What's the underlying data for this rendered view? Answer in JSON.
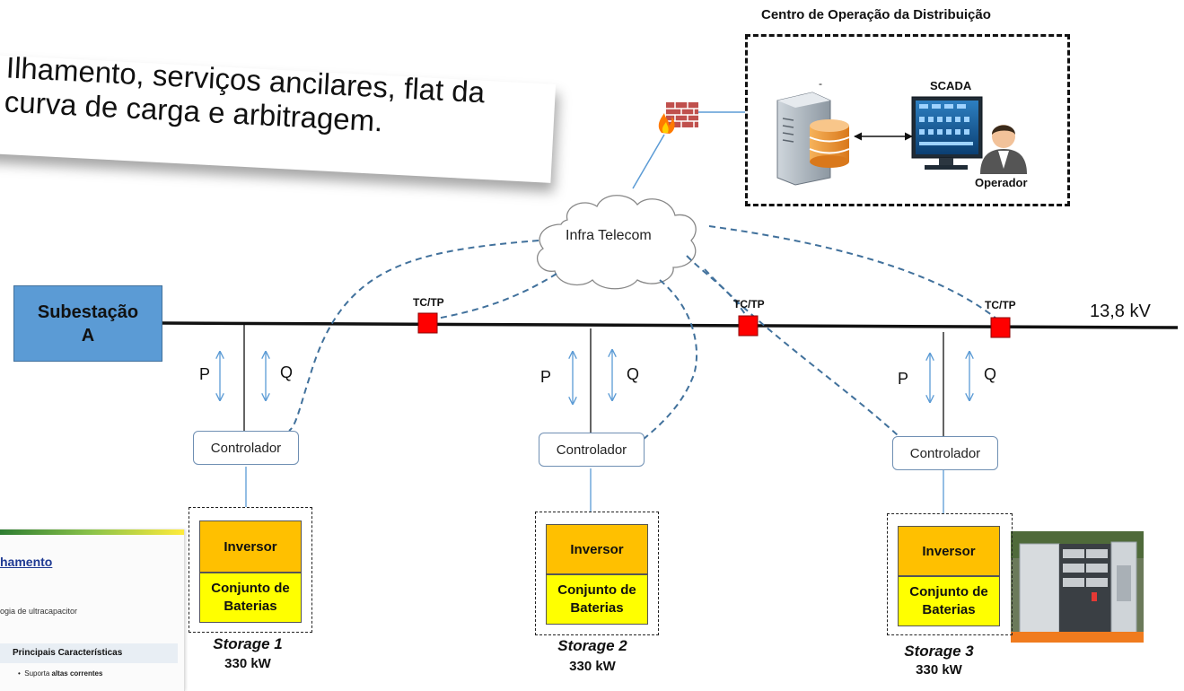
{
  "callout": {
    "line1": "Ilhamento, serviços ancilares, flat da",
    "line2": "curva de carga e arbitragem."
  },
  "control_center": {
    "title": "Centro de Operação da Distribuição",
    "scada_label": "SCADA",
    "operator_label": "Operador",
    "server_label": "-"
  },
  "network": {
    "cloud_label": "Infra Telecom"
  },
  "substation": {
    "line1": "Subestação",
    "line2": "A"
  },
  "busbar": {
    "voltage_label": "13,8 kV"
  },
  "tctp_label": "TC/TP",
  "pq_labels": {
    "p": "P",
    "q": "Q"
  },
  "controller_label": "Controlador",
  "storages": [
    {
      "name": "Storage 1",
      "power": "330 kW",
      "inverter": "Inversor",
      "battery": "Conjunto de Baterias"
    },
    {
      "name": "Storage 2",
      "power": "330 kW",
      "inverter": "Inversor",
      "battery": "Conjunto de Baterias"
    },
    {
      "name": "Storage 3",
      "power": "330 kW",
      "inverter": "Inversor",
      "battery": "Conjunto de Baterias"
    }
  ],
  "doc_snippet": {
    "title": "hamento",
    "subtitle": "ogia de ultracapacitor",
    "header": "Principais Características",
    "bullet_prefix": "Suporta ",
    "bullet_bold": "altas correntes"
  },
  "colors": {
    "substation": "#5b9bd5",
    "inverter": "#ffc000",
    "battery": "#ffff00",
    "tctp": "#ff0000",
    "telecom_link": "#41719c",
    "arrow": "#5b9bd5"
  },
  "icons": [
    "firewall-icon",
    "server-icon",
    "database-icon",
    "scada-monitor-icon",
    "operator-icon",
    "cloud-icon",
    "cabinet-photo"
  ]
}
